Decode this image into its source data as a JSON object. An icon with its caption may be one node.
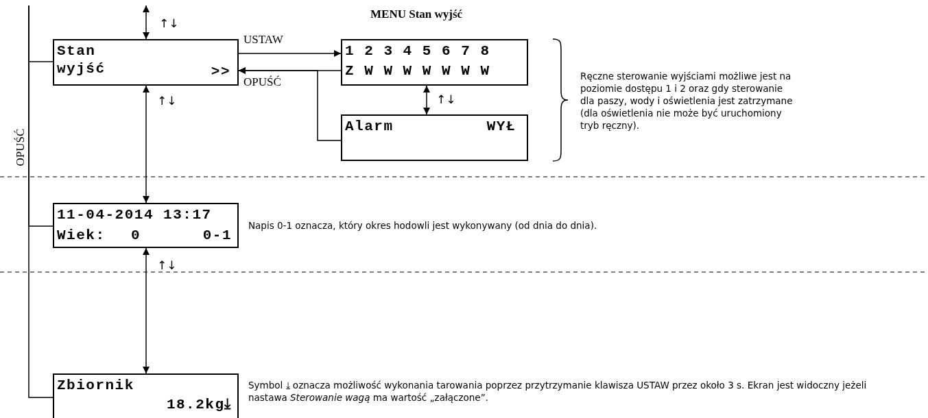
{
  "diagram": {
    "nodes": [
      {
        "text": [
          "Stan wyjść",
          ">>"
        ]
      },
      {
        "text": [
          "1 2 3 4 5 6 7 8",
          "Z W W W W W W W"
        ]
      },
      {
        "text": [
          "Alarm",
          "WYŁ"
        ]
      },
      {
        "text": [
          "11-04-2014 13:17",
          "Wiek:",
          "0",
          "0-1"
        ]
      },
      {
        "text": [
          "Zbiornik",
          "18.2kg⤓"
        ]
      }
    ],
    "edges": [
      {
        "from": null,
        "to": 0,
        "arrow": "both"
      },
      {
        "from": 0,
        "to": 1,
        "arrow": "to",
        "label": "USTAW"
      },
      {
        "from": 1,
        "to": 0,
        "arrow": "to",
        "label": "OPUŚĆ"
      },
      {
        "from": 2,
        "to": 0,
        "arrow": "to"
      },
      {
        "from": 1,
        "to": 2,
        "arrow": "both"
      },
      {
        "from": 0,
        "to": 3,
        "arrow": "both"
      },
      {
        "from": 3,
        "to": 4,
        "arrow": "both"
      },
      {
        "from": 0,
        "to": null,
        "arrow": "none"
      },
      {
        "from": 3,
        "to": null,
        "arrow": "none",
        "label": "OPUŚĆ"
      },
      {
        "from": 4,
        "to": null,
        "arrow": "none"
      }
    ],
    "labels": [
      "↑↓",
      "MENU Stan wyjść",
      "↑↓",
      "↑↓",
      "Ręczne sterowanie wyjściami możliwe  jest na poziomie dostępu 1 i 2 oraz gdy sterowanie dla paszy, wody i oświetlenia jest zatrzymane (dla oświetlenia nie może być uruchomiony tryb ręczny).",
      "Napis 0-1 oznacza, który okres hodowli jest wykonywany (od dnia do dnia).",
      "↑↓",
      "Symbol ⤓ oznacza możliwość wykonania tarowania poprzez przytrzymanie klawisza USTAW przez około 3 s. Ekran jest widoczny jeżeli nastawa *Sterowanie wagą* ma wartość „załączone”."
    ]
  }
}
